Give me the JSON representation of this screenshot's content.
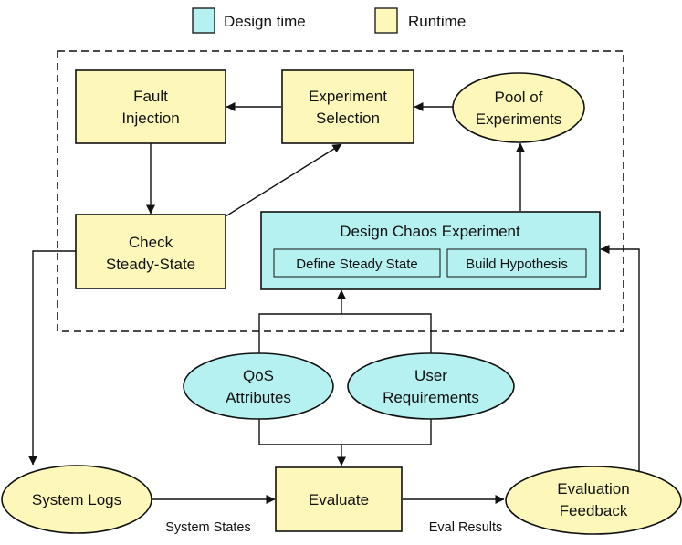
{
  "colors": {
    "design_time": "#b5f1f1",
    "runtime": "#fdf8ba",
    "stroke": "#111111",
    "background": "#ffffff"
  },
  "legend": {
    "design_time": "Design time",
    "runtime": "Runtime"
  },
  "nodes": {
    "fault_injection": [
      "Fault",
      "Injection"
    ],
    "experiment_selection": [
      "Experiment",
      "Selection"
    ],
    "pool_of_experiments": [
      "Pool of",
      "Experiments"
    ],
    "check_steady_state": [
      "Check",
      "Steady-State"
    ],
    "design_chaos_experiment": "Design Chaos Experiment",
    "define_steady_state": "Define Steady State",
    "build_hypothesis": "Build Hypothesis",
    "qos_attributes": [
      "QoS",
      "Attributes"
    ],
    "user_requirements": [
      "User",
      "Requirements"
    ],
    "system_logs": "System Logs",
    "evaluate": "Evaluate",
    "evaluation_feedback": [
      "Evaluation",
      "Feedback"
    ]
  },
  "edge_labels": {
    "system_states": "System States",
    "eval_results": "Eval Results"
  }
}
